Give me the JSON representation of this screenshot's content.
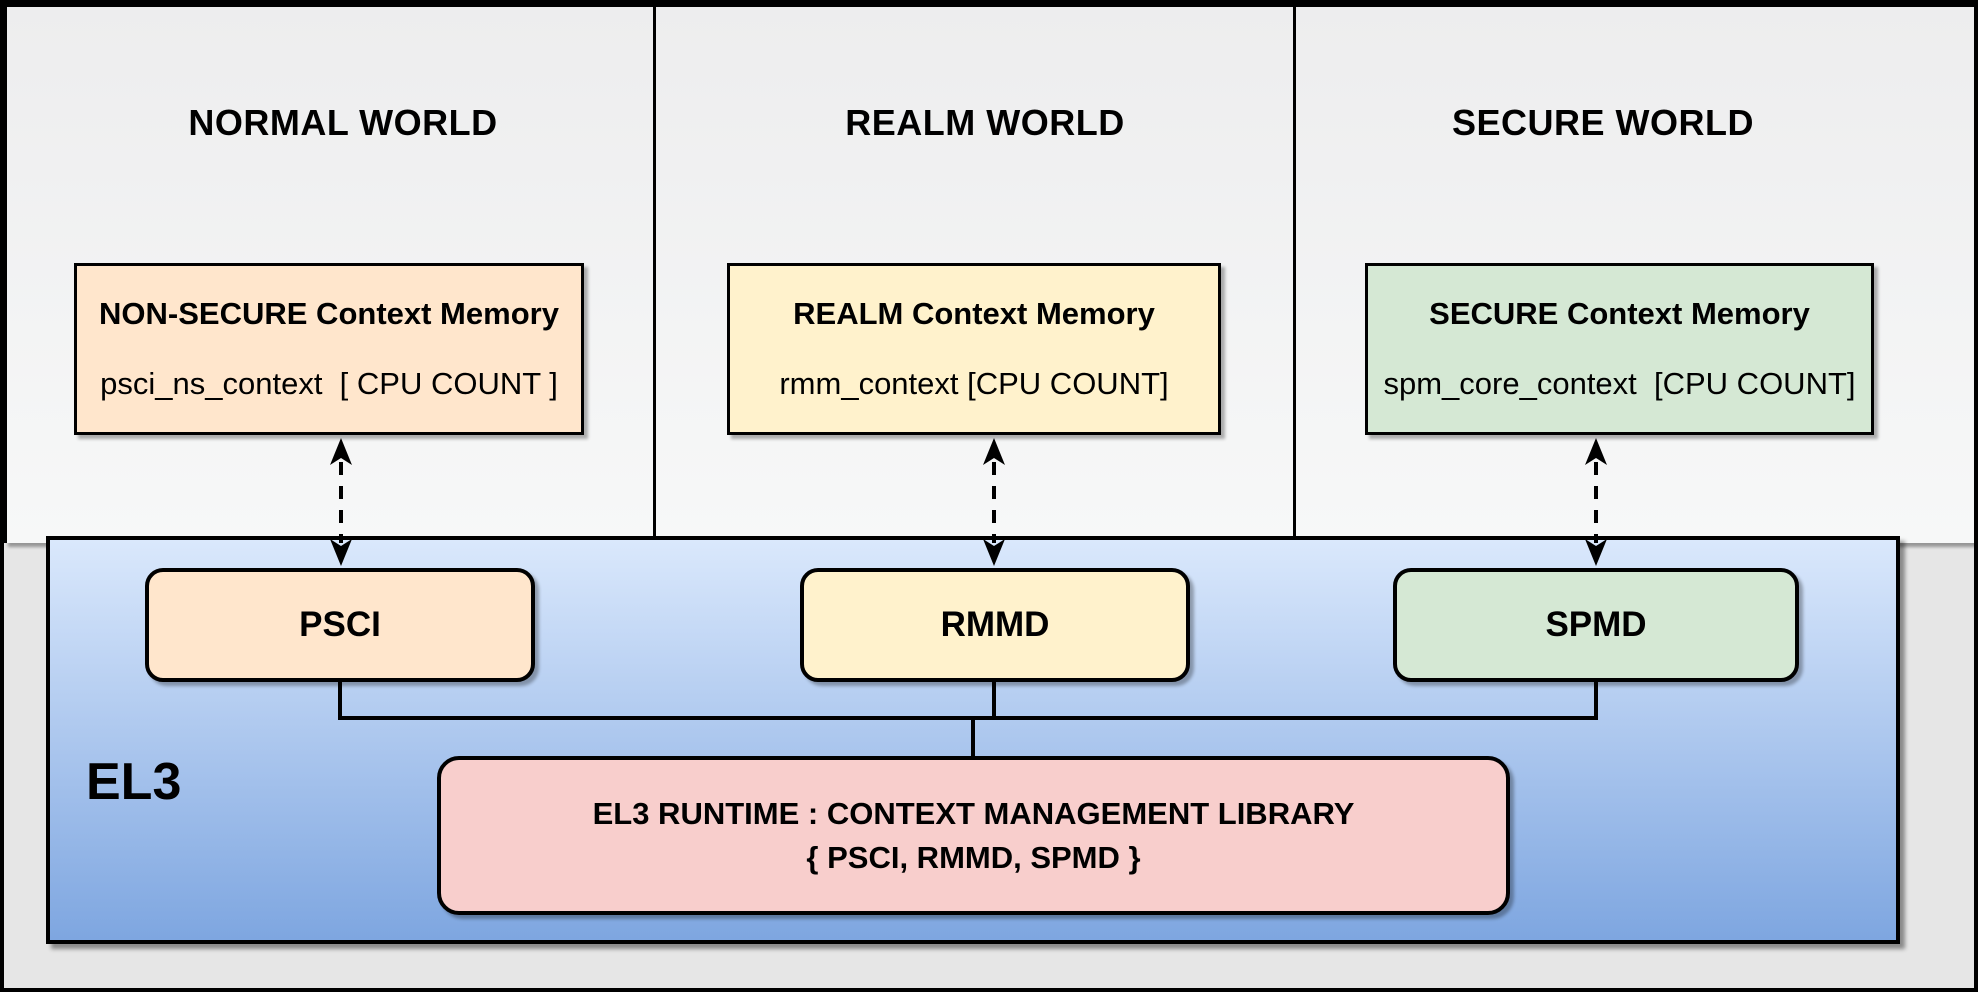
{
  "diagram": {
    "worlds": [
      {
        "title": "NORMAL WORLD",
        "memory_title": "NON-SECURE Context Memory",
        "memory_body": "psci_ns_context  [ CPU COUNT ]",
        "color": "#FFE6CC"
      },
      {
        "title": "REALM WORLD",
        "memory_title": "REALM Context Memory",
        "memory_body": "rmm_context [CPU COUNT]",
        "color": "#FFF2CC"
      },
      {
        "title": "SECURE WORLD",
        "memory_title": "SECURE Context Memory",
        "memory_body": "spm_core_context  [CPU COUNT]",
        "color": "#D5E8D4"
      }
    ],
    "el3": {
      "label": "EL3",
      "components": [
        {
          "label": "PSCI",
          "color": "#FFE6CC"
        },
        {
          "label": "RMMD",
          "color": "#FFF2CC"
        },
        {
          "label": "SPMD",
          "color": "#D5E8D4"
        }
      ],
      "runtime_line1": "EL3 RUNTIME : CONTEXT MANAGEMENT LIBRARY",
      "runtime_line2": "{ PSCI, RMMD, SPMD }",
      "runtime_color": "#F8CECC",
      "background_top": "#DAE8FC",
      "background_bottom": "#7EA6E0",
      "border_color": "#000000"
    }
  }
}
